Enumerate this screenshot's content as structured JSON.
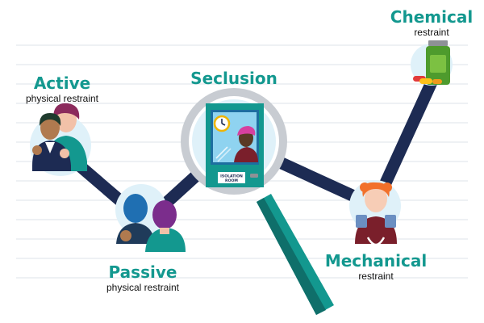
{
  "colors": {
    "teal": "#13988f",
    "navy": "#1d2b53",
    "ring": "#c8ccd2",
    "bubble": "#dff1f9",
    "grid": "#eef1f4"
  },
  "nodes": {
    "active": {
      "title": "Active",
      "subtitle": "physical restraint",
      "icon": "two-people-holding-icon"
    },
    "seclusion": {
      "title": "Seclusion",
      "subtitle": "",
      "icon": "magnifying-glass-isolation-room-icon",
      "door_line1": "ISOLATION",
      "door_line2": "ROOM"
    },
    "passive": {
      "title": "Passive",
      "subtitle": "physical restraint",
      "icon": "two-people-back-icon"
    },
    "mechanical": {
      "title": "Mechanical",
      "subtitle": "restraint",
      "icon": "restrained-person-icon"
    },
    "chemical": {
      "title": "Chemical",
      "subtitle": "restraint",
      "icon": "medicine-bottle-pills-icon"
    }
  }
}
